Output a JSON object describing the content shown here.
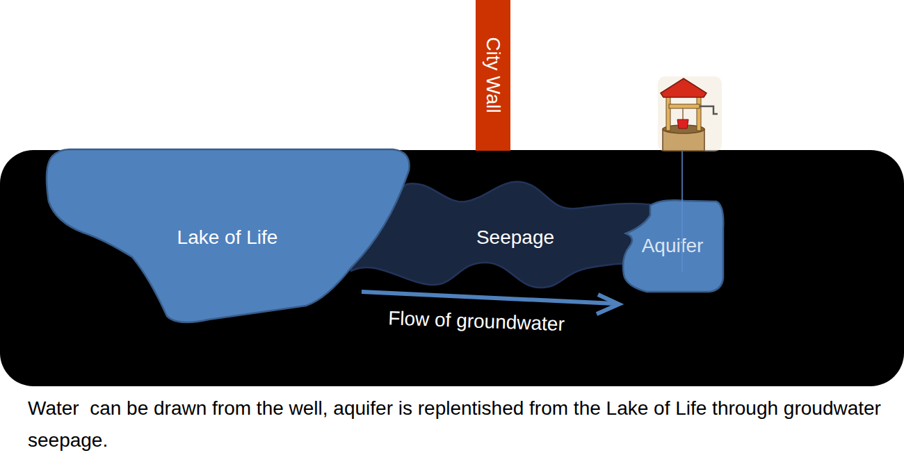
{
  "diagram": {
    "caption": "Water  can be drawn from the well, aquifer is replentished from the Lake of Life through groudwater seepage.",
    "nodes": [
      {
        "text": [
          "City Wall"
        ]
      },
      {
        "text": [
          "Lake of Life"
        ]
      },
      {
        "text": [
          "Seepage"
        ]
      },
      {
        "text": [
          "Aquifer"
        ]
      }
    ],
    "labels": [
      "Flow of groundwater"
    ]
  }
}
